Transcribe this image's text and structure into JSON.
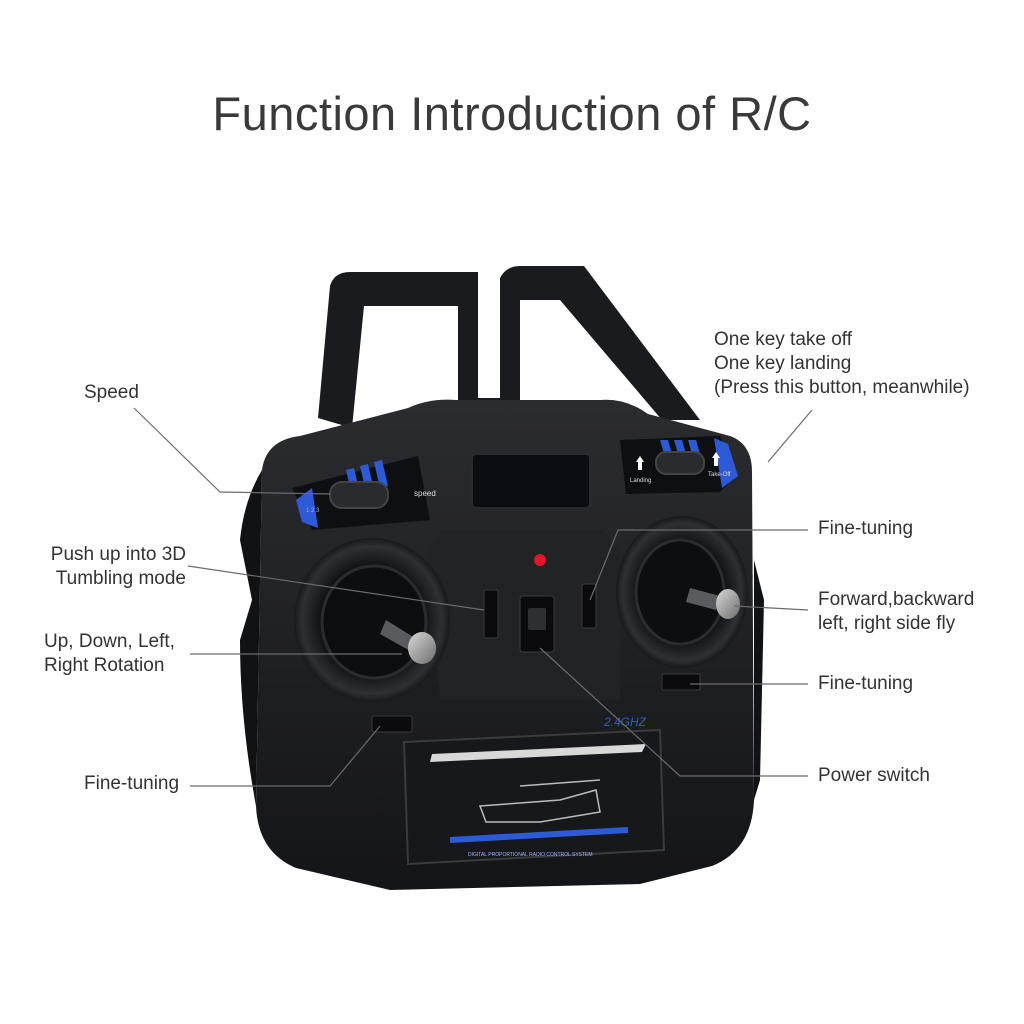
{
  "title": "Function Introduction of R/C",
  "callouts": {
    "speed": "Speed",
    "tumble": [
      "Push up into 3D",
      "Tumbling mode"
    ],
    "rotation": [
      "Up, Down, Left,",
      "Right Rotation"
    ],
    "fine_left": "Fine-tuning",
    "takeoff": [
      "One key take off",
      "One key landing",
      "(Press this button, meanwhile)"
    ],
    "fine_right_top": "Fine-tuning",
    "directional": [
      "Forward,backward",
      "left, right side fly"
    ],
    "fine_right_mid": "Fine-tuning",
    "power": "Power switch"
  },
  "device": {
    "speed_switch_label": "speed",
    "landing_label": "Landing",
    "takeoff_label": "Take-Off",
    "band_text": "2.4GHZ",
    "panel_text": "DIGITAL PROPORTIONAL RADIO CONTROL SYSTEM",
    "speed_marks": "1 2 3"
  },
  "colors": {
    "body": "#1e1f22",
    "accent_blue": "#2d5bd8",
    "indicator_red": "#e0162b",
    "leader_line": "#6b6b6b"
  }
}
